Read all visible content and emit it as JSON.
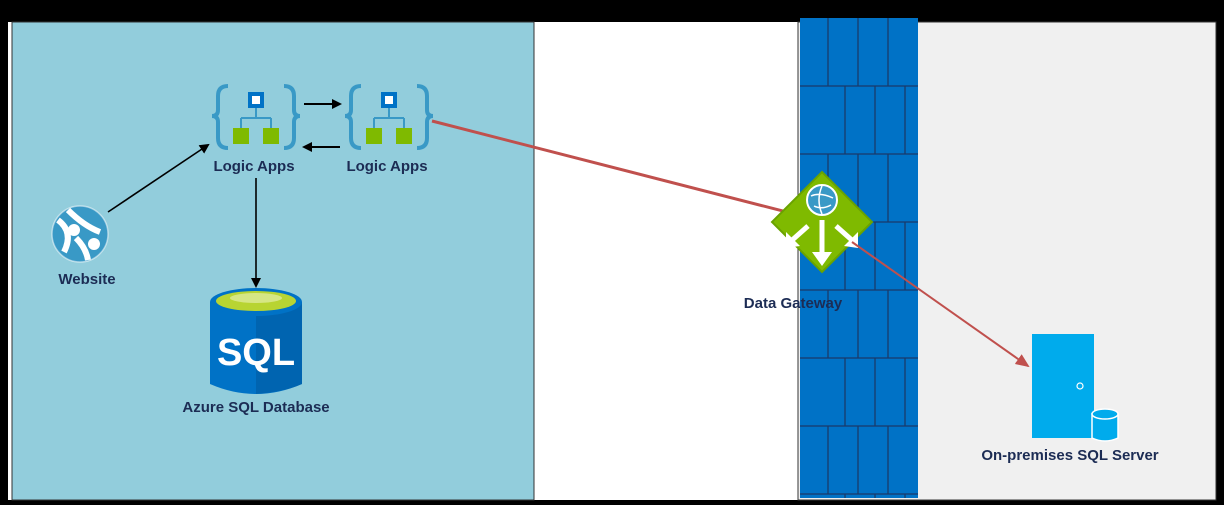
{
  "nodes": {
    "logic_apps_1": "Logic Apps",
    "logic_apps_2": "Logic Apps",
    "website": "Website",
    "azure_sql_database": "Azure SQL Database",
    "sql_icon_text": "SQL",
    "data_gateway": "Data Gateway",
    "on_prem_sql_server": "On-premises SQL Server"
  },
  "colors": {
    "frame": "#000000",
    "cloud_zone": "#92cddc",
    "onprem_zone": "#f0f0f0",
    "firewall_blue": "#0072c6",
    "firewall_lines": "#1a3a6a",
    "logic_app_brace": "#3999c6",
    "logic_app_square": "#7fba00",
    "logic_app_top": "#0072c6",
    "sql_blue": "#0072c6",
    "sql_cap": "#b8d432",
    "gateway_green": "#7fba00",
    "server_blue": "#00abec",
    "red_arrow": "#c0504d",
    "black_arrow": "#000000",
    "label_text": "#1c2c54"
  },
  "icons": {
    "logic_apps": "logic-apps-icon",
    "website": "website-globe-icon",
    "sql_database": "sql-database-icon",
    "data_gateway": "data-gateway-icon",
    "server": "server-tower-icon",
    "firewall": "firewall-icon"
  }
}
